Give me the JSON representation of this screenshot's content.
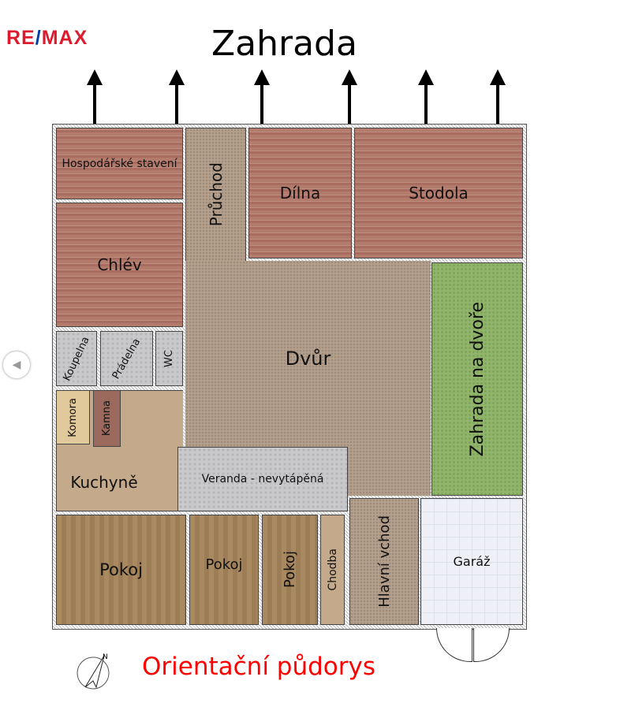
{
  "logo": {
    "text_a": "RE",
    "text_slash": "/",
    "text_b": "MAX",
    "colors": {
      "red": "#dc1c2e",
      "blue": "#003da5"
    }
  },
  "title": "Zahrada",
  "caption": "Orientační půdorys",
  "rooms": {
    "hospodarske": "Hospodářské stavení",
    "chlev": "Chlév",
    "pruchod": "Průchod",
    "dilna": "Dílna",
    "stodola": "Stodola",
    "dvur": "Dvůr",
    "zahrada_dvur": "Zahrada na dvoře",
    "koupelna": "Koupelna",
    "pradelna": "Prádelna",
    "wc": "WC",
    "komora": "Komora",
    "kamna": "Kamna",
    "kuchyne": "Kuchyně",
    "veranda": "Veranda - nevytápěná",
    "pokoj1": "Pokoj",
    "pokoj2": "Pokoj",
    "pokoj3": "Pokoj",
    "chodba": "Chodba",
    "vchod": "Hlavní vchod",
    "garaz": "Garáž"
  },
  "compass": {
    "label": "N",
    "icon": "compass-icon"
  },
  "nav": {
    "icon": "chevron-left-icon",
    "glyph": "◀"
  }
}
